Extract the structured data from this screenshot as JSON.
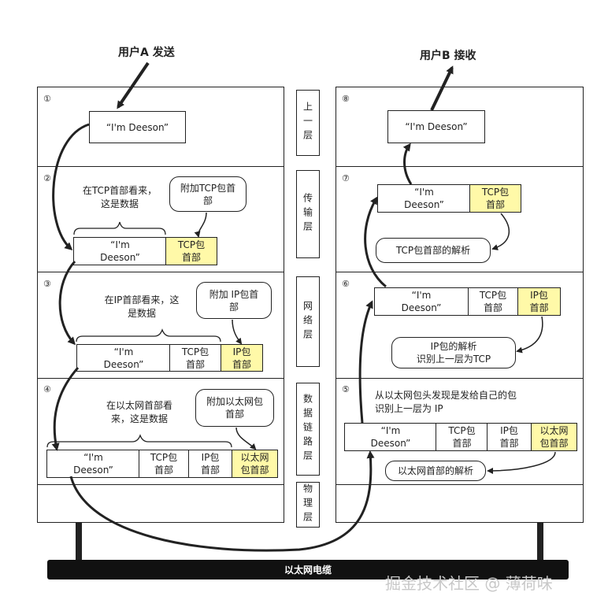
{
  "titles": {
    "sender": "用户A 发送",
    "receiver": "用户B 接收"
  },
  "layers": [
    "上一层",
    "传输层",
    "网络层",
    "数据链路层",
    "物理层"
  ],
  "steps": [
    "①",
    "②",
    "③",
    "④",
    "⑤",
    "⑥",
    "⑦",
    "⑧"
  ],
  "data_text": "“I'm Deeson”",
  "data_two_line": "“I'm\nDeeson”",
  "headers": {
    "tcp": "TCP包\n首部",
    "ip": "IP包\n首部",
    "eth": "以太网\n包首部"
  },
  "left": {
    "transport_note": "在TCP首部看来，\n这是数据",
    "transport_bubble": "附加TCP包首\n部",
    "network_note": "在IP首部看来，这\n是数据",
    "network_bubble": "附加 IP包首\n部",
    "link_note": "在以太网首部看\n来，这是数据",
    "link_bubble": "附加以太网包\n首部"
  },
  "right": {
    "transport_bubble": "TCP包首部的解析",
    "network_bubble": "IP包的解析\n识别上一层为TCP",
    "link_note": "从以太网包头发现是发给自己的包\n识别上一层为 IP",
    "link_bubble": "以太网首部的解析"
  },
  "cable_label": "以太网电缆",
  "watermark": "掘金技术社区 @ 薄荷味"
}
